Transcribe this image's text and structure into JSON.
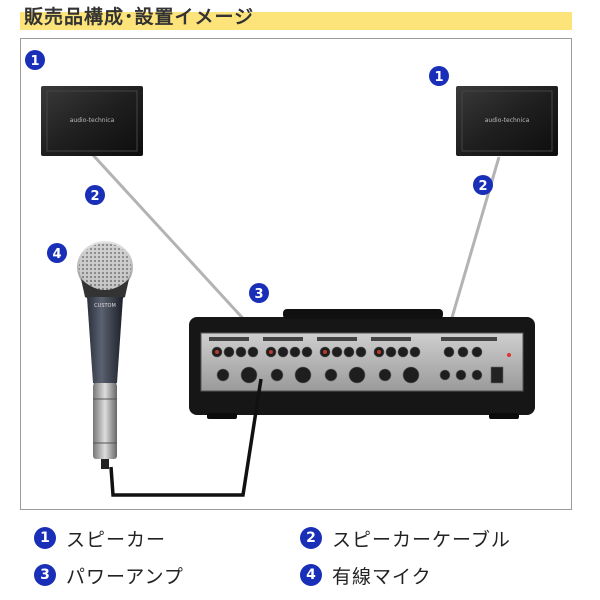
{
  "title": "販売品構成･設置イメージ",
  "diagram": {
    "speaker_brand": "audio-technica",
    "mic_label": "CUSTOM",
    "badges": {
      "speaker_left": "1",
      "speaker_right": "1",
      "cable_left": "2",
      "cable_right": "2",
      "amp": "3",
      "mic": "4"
    }
  },
  "legend": [
    {
      "number": "1",
      "label": "スピーカー"
    },
    {
      "number": "2",
      "label": "スピーカーケーブル"
    },
    {
      "number": "3",
      "label": "パワーアンプ"
    },
    {
      "number": "4",
      "label": "有線マイク"
    }
  ],
  "colors": {
    "badge": "#1a2fb8",
    "title_highlight": "#fde47a",
    "cable": "#b3b3b3",
    "mic_cable": "#111111"
  }
}
